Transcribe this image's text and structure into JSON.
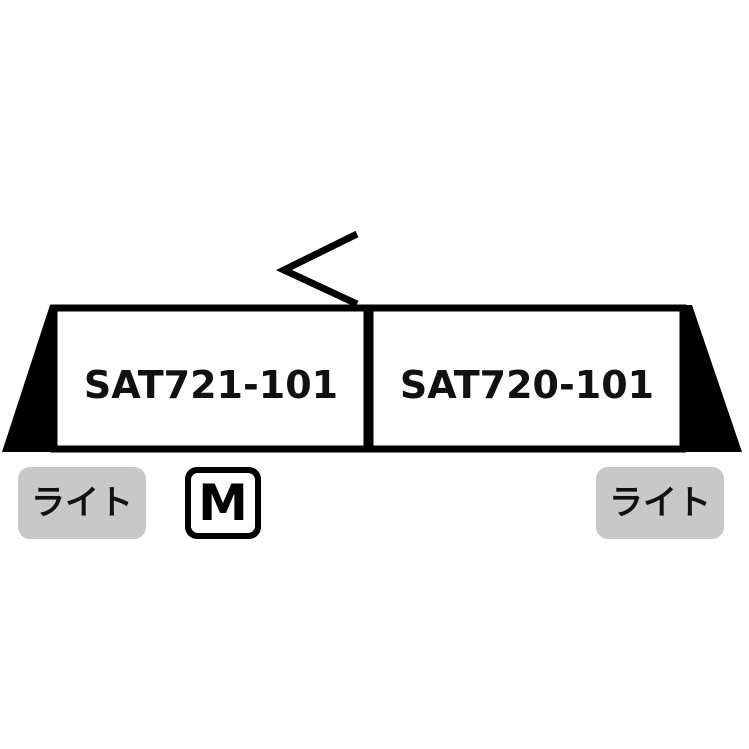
{
  "cars": [
    {
      "number": "SAT721-101"
    },
    {
      "number": "SAT720-101"
    }
  ],
  "badges": {
    "light_left": "ライト",
    "motor": "M",
    "light_right": "ライト"
  },
  "colors": {
    "outline": "#000000",
    "badge_fill": "#c8c8c8",
    "background": "#ffffff"
  },
  "icons": {
    "pantograph": "pantograph-icon"
  }
}
